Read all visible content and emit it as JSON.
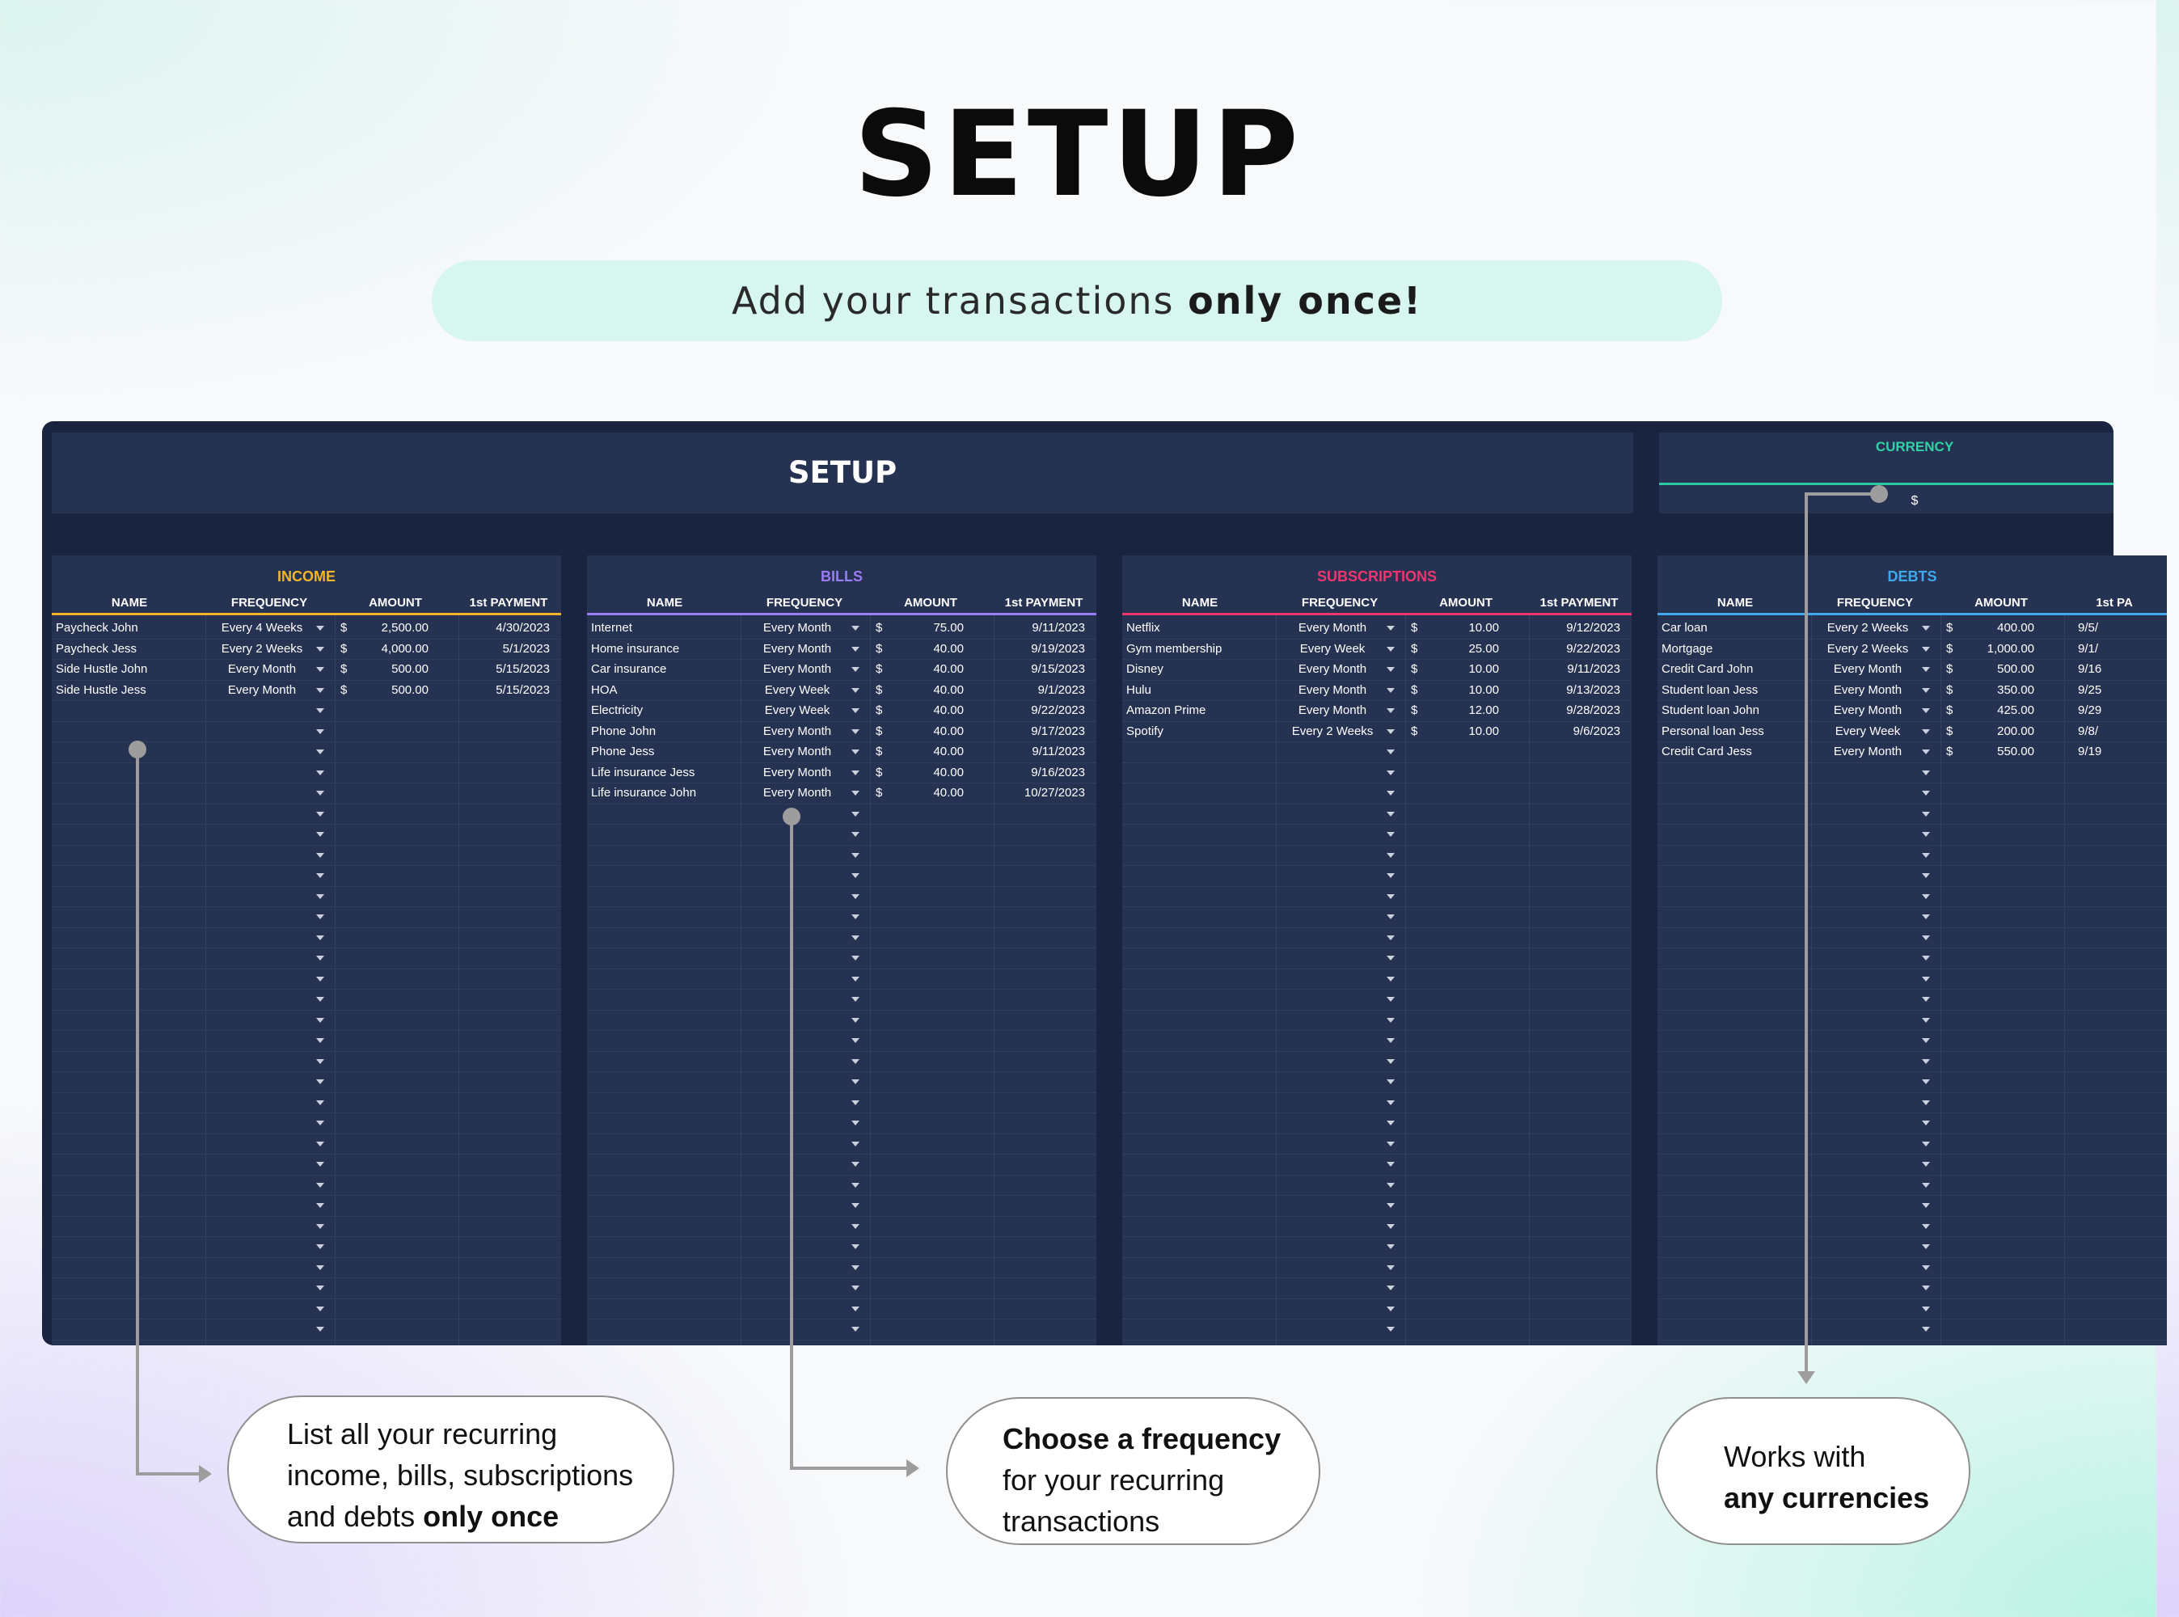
{
  "header": {
    "title": "SETUP",
    "subtitle_prefix": "Add your transactions ",
    "subtitle_bold": "only once!"
  },
  "sheet": {
    "title": "SETUP",
    "currency": {
      "label": "CURRENCY",
      "value": "$"
    },
    "colors": {
      "income": "#f3b52a",
      "bills": "#9a7cf6",
      "subscriptions": "#f0366f",
      "debts": "#42a8ee"
    },
    "dropdown_icon": "caret-down",
    "panels": [
      {
        "key": "income",
        "title": "INCOME",
        "columns": [
          "NAME",
          "FREQUENCY",
          "AMOUNT",
          "1st PAYMENT"
        ],
        "rows": [
          {
            "name": "Paycheck John",
            "frequency": "Every 4 Weeks",
            "currency": "$",
            "amount": "2,500.00",
            "first_payment": "4/30/2023"
          },
          {
            "name": "Paycheck Jess",
            "frequency": "Every 2 Weeks",
            "currency": "$",
            "amount": "4,000.00",
            "first_payment": "5/1/2023"
          },
          {
            "name": "Side Hustle John",
            "frequency": "Every Month",
            "currency": "$",
            "amount": "500.00",
            "first_payment": "5/15/2023"
          },
          {
            "name": "Side Hustle Jess",
            "frequency": "Every Month",
            "currency": "$",
            "amount": "500.00",
            "first_payment": "5/15/2023"
          }
        ]
      },
      {
        "key": "bills",
        "title": "BILLS",
        "columns": [
          "NAME",
          "FREQUENCY",
          "AMOUNT",
          "1st PAYMENT"
        ],
        "rows": [
          {
            "name": "Internet",
            "frequency": "Every Month",
            "currency": "$",
            "amount": "75.00",
            "first_payment": "9/11/2023"
          },
          {
            "name": "Home insurance",
            "frequency": "Every Month",
            "currency": "$",
            "amount": "40.00",
            "first_payment": "9/19/2023"
          },
          {
            "name": "Car insurance",
            "frequency": "Every Month",
            "currency": "$",
            "amount": "40.00",
            "first_payment": "9/15/2023"
          },
          {
            "name": "HOA",
            "frequency": "Every Week",
            "currency": "$",
            "amount": "40.00",
            "first_payment": "9/1/2023"
          },
          {
            "name": "Electricity",
            "frequency": "Every Week",
            "currency": "$",
            "amount": "40.00",
            "first_payment": "9/22/2023"
          },
          {
            "name": "Phone John",
            "frequency": "Every Month",
            "currency": "$",
            "amount": "40.00",
            "first_payment": "9/17/2023"
          },
          {
            "name": "Phone Jess",
            "frequency": "Every Month",
            "currency": "$",
            "amount": "40.00",
            "first_payment": "9/11/2023"
          },
          {
            "name": "Life insurance Jess",
            "frequency": "Every Month",
            "currency": "$",
            "amount": "40.00",
            "first_payment": "9/16/2023"
          },
          {
            "name": "Life insurance John",
            "frequency": "Every Month",
            "currency": "$",
            "amount": "40.00",
            "first_payment": "10/27/2023"
          }
        ]
      },
      {
        "key": "subscriptions",
        "title": "SUBSCRIPTIONS",
        "columns": [
          "NAME",
          "FREQUENCY",
          "AMOUNT",
          "1st PAYMENT"
        ],
        "rows": [
          {
            "name": "Netflix",
            "frequency": "Every Month",
            "currency": "$",
            "amount": "10.00",
            "first_payment": "9/12/2023"
          },
          {
            "name": "Gym membership",
            "frequency": "Every Week",
            "currency": "$",
            "amount": "25.00",
            "first_payment": "9/22/2023"
          },
          {
            "name": "Disney",
            "frequency": "Every Month",
            "currency": "$",
            "amount": "10.00",
            "first_payment": "9/11/2023"
          },
          {
            "name": "Hulu",
            "frequency": "Every Month",
            "currency": "$",
            "amount": "10.00",
            "first_payment": "9/13/2023"
          },
          {
            "name": "Amazon Prime",
            "frequency": "Every Month",
            "currency": "$",
            "amount": "12.00",
            "first_payment": "9/28/2023"
          },
          {
            "name": "Spotify",
            "frequency": "Every 2 Weeks",
            "currency": "$",
            "amount": "10.00",
            "first_payment": "9/6/2023"
          }
        ]
      },
      {
        "key": "debts",
        "title": "DEBTS",
        "columns": [
          "NAME",
          "FREQUENCY",
          "AMOUNT",
          "1st PA"
        ],
        "rows": [
          {
            "name": "Car loan",
            "frequency": "Every 2 Weeks",
            "currency": "$",
            "amount": "400.00",
            "first_payment": "9/5/"
          },
          {
            "name": "Mortgage",
            "frequency": "Every 2 Weeks",
            "currency": "$",
            "amount": "1,000.00",
            "first_payment": "9/1/"
          },
          {
            "name": "Credit Card John",
            "frequency": "Every Month",
            "currency": "$",
            "amount": "500.00",
            "first_payment": "9/16"
          },
          {
            "name": "Student loan Jess",
            "frequency": "Every Month",
            "currency": "$",
            "amount": "350.00",
            "first_payment": "9/25"
          },
          {
            "name": "Student loan John",
            "frequency": "Every Month",
            "currency": "$",
            "amount": "425.00",
            "first_payment": "9/29"
          },
          {
            "name": "Personal loan Jess",
            "frequency": "Every Week",
            "currency": "$",
            "amount": "200.00",
            "first_payment": "9/8/"
          },
          {
            "name": "Credit Card Jess",
            "frequency": "Every Month",
            "currency": "$",
            "amount": "550.00",
            "first_payment": "9/19"
          }
        ]
      }
    ]
  },
  "callouts": {
    "list": {
      "line1": "List all your recurring",
      "line2": "income, bills, subscriptions",
      "line3_prefix": "and debts ",
      "line3_bold": "only once"
    },
    "frequency": {
      "line1_bold": "Choose a frequency",
      "line2": "for your recurring",
      "line3": "transactions"
    },
    "currency": {
      "line1": "Works with",
      "line2_bold": "any currencies"
    }
  }
}
